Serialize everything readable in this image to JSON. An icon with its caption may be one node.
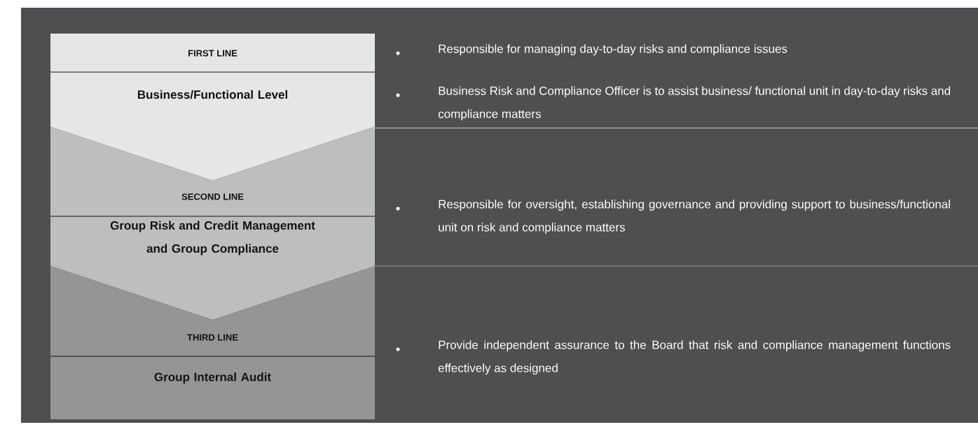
{
  "diagram": {
    "nodes": [
      {
        "text": [
          "FIRST LINE",
          "Business/Functional Level"
        ],
        "beside": [
          "Responsible for managing day-to-day risks and compliance issues",
          "Business Risk and Compliance Officer is to assist business/ functional unit in day-to-day risks and compliance matters"
        ]
      },
      {
        "text": [
          "SECOND LINE",
          "Group Risk and Credit Management and Group Compliance"
        ],
        "beside": [
          "Responsible for oversight, establishing governance and providing support to business/functional unit on risk and compliance matters"
        ]
      },
      {
        "text": [
          "THIRD LINE",
          "Group Internal Audit"
        ],
        "beside": [
          "Provide independent assurance to the Board that risk and compliance management functions effectively as designed"
        ]
      }
    ]
  }
}
